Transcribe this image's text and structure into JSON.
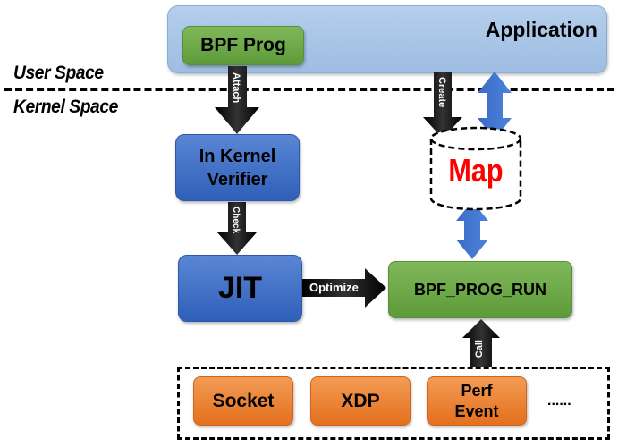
{
  "diagram": {
    "application": {
      "label": "Application"
    },
    "bpf_prog": {
      "label": "BPF Prog"
    },
    "user_space": {
      "label": "User Space"
    },
    "kernel_space": {
      "label": "Kernel Space"
    },
    "verifier": {
      "line1": "In Kernel",
      "line2": "Verifier"
    },
    "jit": {
      "label": "JIT"
    },
    "map": {
      "label": "Map"
    },
    "bpf_prog_run": {
      "label": "BPF_PROG_RUN"
    },
    "arrows": {
      "attach": "Attach",
      "check": "Check",
      "create": "Create",
      "optimize": "Optimize",
      "call": "Call"
    },
    "sources": [
      {
        "label": "Socket"
      },
      {
        "label": "XDP"
      },
      {
        "line1": "Perf",
        "line2": "Event"
      }
    ],
    "more": "......",
    "colors": {
      "application": "#a8c6e8",
      "green": "#6aa846",
      "blue": "#3b68c0",
      "orange": "#ec8232",
      "map_text": "#ff0000"
    }
  }
}
